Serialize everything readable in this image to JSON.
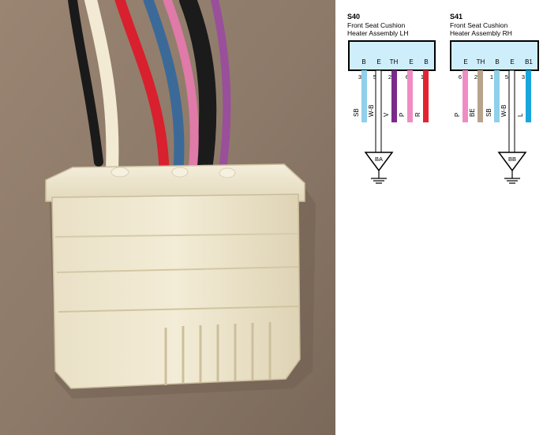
{
  "colors": {
    "SB": "#8fd0ea",
    "W-B": "#ffffff",
    "V": "#7a2a8a",
    "P": "#f08cc4",
    "R": "#e32232",
    "BE": "#b8a48c",
    "L": "#1aa6dc",
    "connector_fill": "#cfeefb"
  },
  "connectors": [
    {
      "id": "S40",
      "name_line1": "Front Seat Cushion",
      "name_line2": "Heater Assembly LH",
      "terminals": [
        "B",
        "E",
        "TH",
        "E",
        "B"
      ],
      "pins": [
        "3",
        "5",
        "2",
        "6",
        "1"
      ],
      "wires": [
        "SB",
        "W-B",
        "V",
        "P",
        "R"
      ],
      "ground": "BA",
      "ground_wire": "W-B"
    },
    {
      "id": "S41",
      "name_line1": "Front Seat Cushion",
      "name_line2": "Heater Assembly RH",
      "terminals": [
        "E",
        "TH",
        "B",
        "E",
        "B1"
      ],
      "pins": [
        "6",
        "2",
        "1",
        "5",
        "3"
      ],
      "wires": [
        "P",
        "BE",
        "SB",
        "W-B",
        "L"
      ],
      "ground": "BB",
      "ground_wire": "W-B"
    }
  ]
}
